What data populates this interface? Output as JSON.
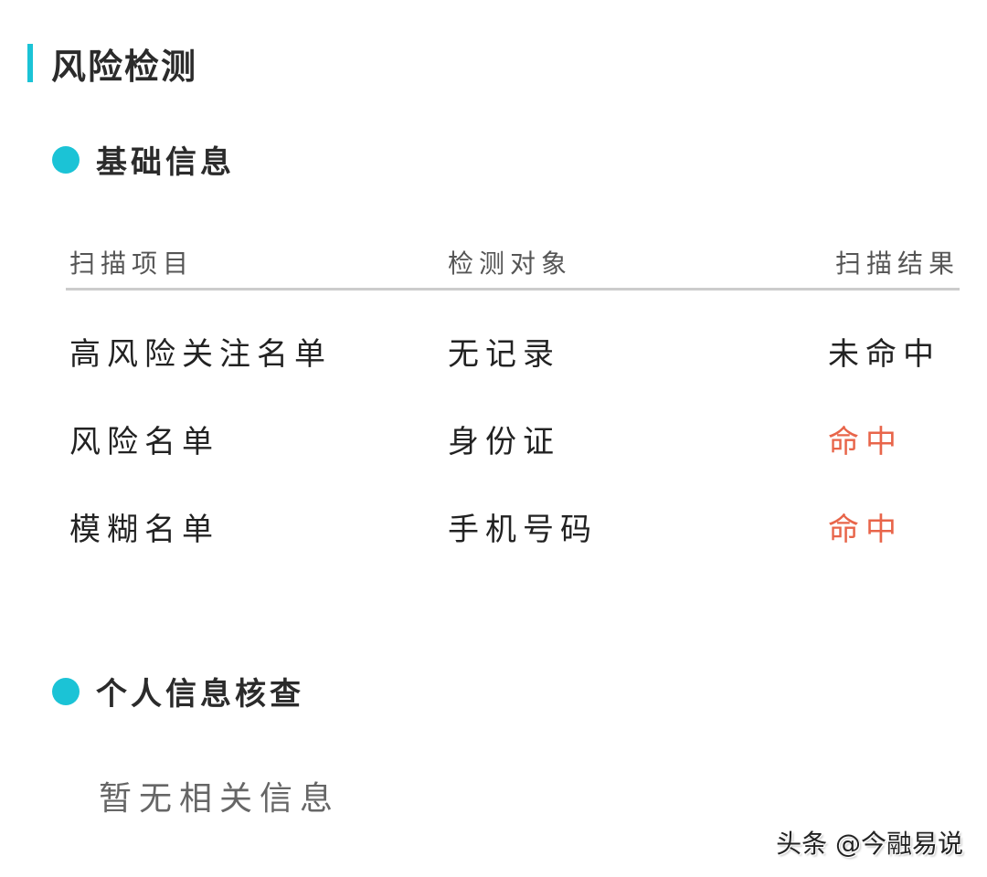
{
  "page": {
    "title": "风险检测"
  },
  "sections": [
    {
      "title": "基础信息",
      "table": {
        "headers": [
          "扫描项目",
          "检测对象",
          "扫描结果"
        ],
        "rows": [
          {
            "item": "高风险关注名单",
            "target": "无记录",
            "result": "未命中",
            "status": "miss"
          },
          {
            "item": "风险名单",
            "target": "身份证",
            "result": "命中",
            "status": "hit"
          },
          {
            "item": "模糊名单",
            "target": "手机号码",
            "result": "命中",
            "status": "hit"
          }
        ]
      }
    },
    {
      "title": "个人信息核查",
      "empty_text": "暂无相关信息"
    }
  ],
  "colors": {
    "accent": "#1bc3d6",
    "hit": "#e8654a",
    "text": "#222222",
    "header_text": "#555555",
    "divider": "#cccccc"
  },
  "watermark": "头条 @今融易说"
}
